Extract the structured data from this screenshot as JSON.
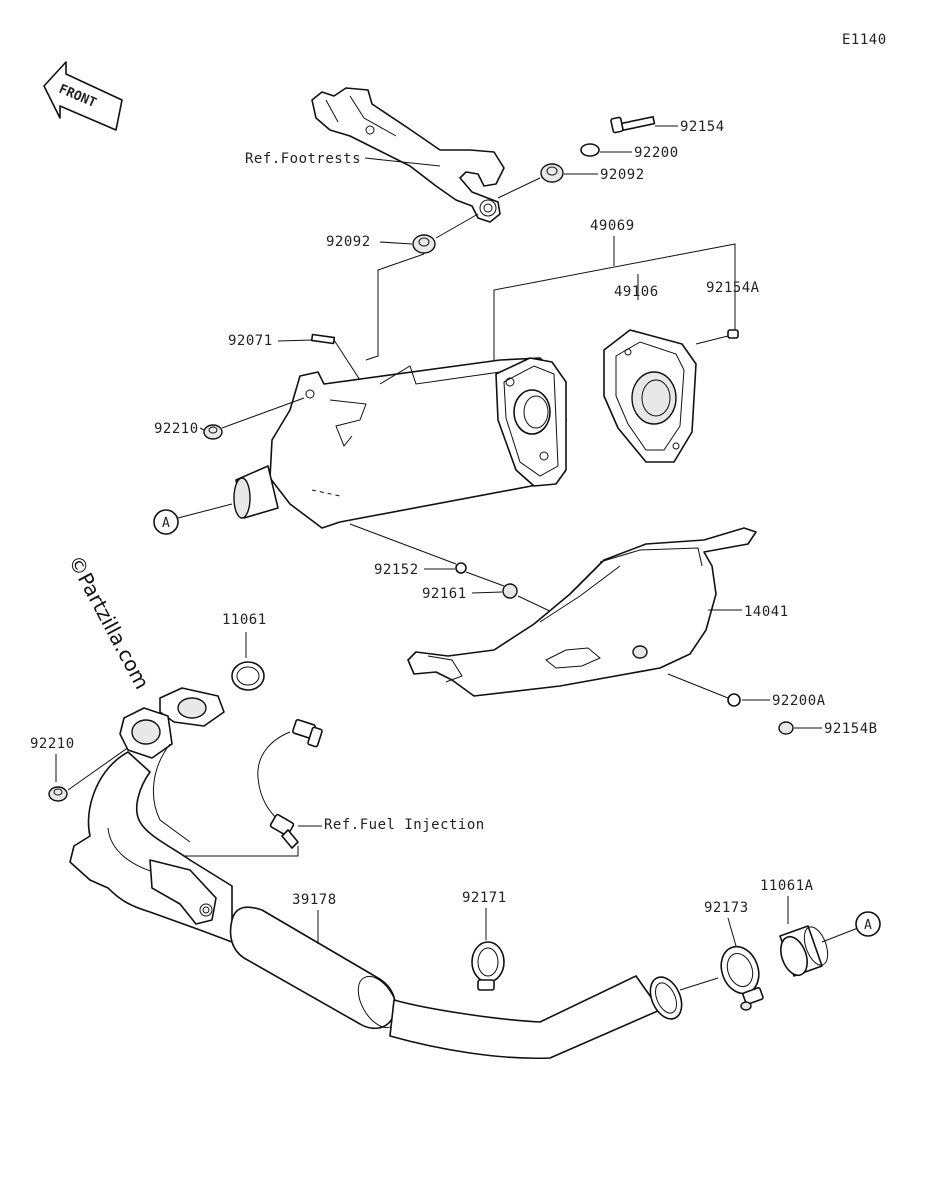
{
  "diagram_code": "E1140",
  "front_label": "FRONT",
  "watermark": "©Partzilla.com",
  "callouts": {
    "a": "A",
    "a2": "A"
  },
  "labels": {
    "p92154": "92154",
    "p92200": "92200",
    "p92092_right": "92092",
    "ref_footrests": "Ref.Footrests",
    "p92092_left": "92092",
    "p49069": "49069",
    "p49106": "49106",
    "p92154A": "92154A",
    "p92071": "92071",
    "p92210_top": "92210",
    "p92152": "92152",
    "p92161": "92161",
    "p14041": "14041",
    "p11061": "11061",
    "p92200A": "92200A",
    "p92154B": "92154B",
    "p92210_bottom": "92210",
    "ref_fuel_injection": "Ref.Fuel Injection",
    "p39178": "39178",
    "p92171": "92171",
    "p92173": "92173",
    "p11061A": "11061A"
  },
  "colors": {
    "line": "#111111",
    "background": "#ffffff"
  }
}
